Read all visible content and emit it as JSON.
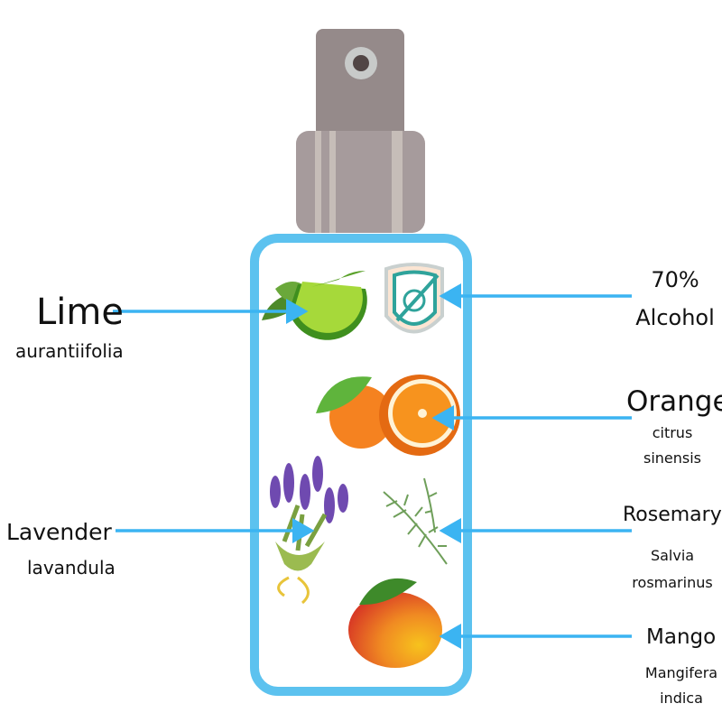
{
  "colors": {
    "bottle_outline": "#5cc2ef",
    "arrow": "#3bb4f2",
    "cap_top": "#958a8a",
    "cap_bottom": "#a69b9c",
    "cap_stripe": "#c6bdb8"
  },
  "ingredients": [
    {
      "name": "Lime",
      "scientific": "aurantiifolia",
      "icon": "lime-icon"
    },
    {
      "name": "70%",
      "name2": "Alcohol",
      "icon": "antivirus-shield-icon"
    },
    {
      "name": "Orange",
      "scientific": "citrus",
      "scientific2": "sinensis",
      "icon": "orange-icon"
    },
    {
      "name": "Lavender",
      "scientific": "lavandula",
      "icon": "lavender-icon"
    },
    {
      "name": "Rosemary",
      "scientific": "Salvia",
      "scientific2": "rosmarinus",
      "icon": "rosemary-icon"
    },
    {
      "name": "Mango",
      "scientific": "Mangifera",
      "scientific2": "indica",
      "icon": "mango-icon"
    }
  ]
}
